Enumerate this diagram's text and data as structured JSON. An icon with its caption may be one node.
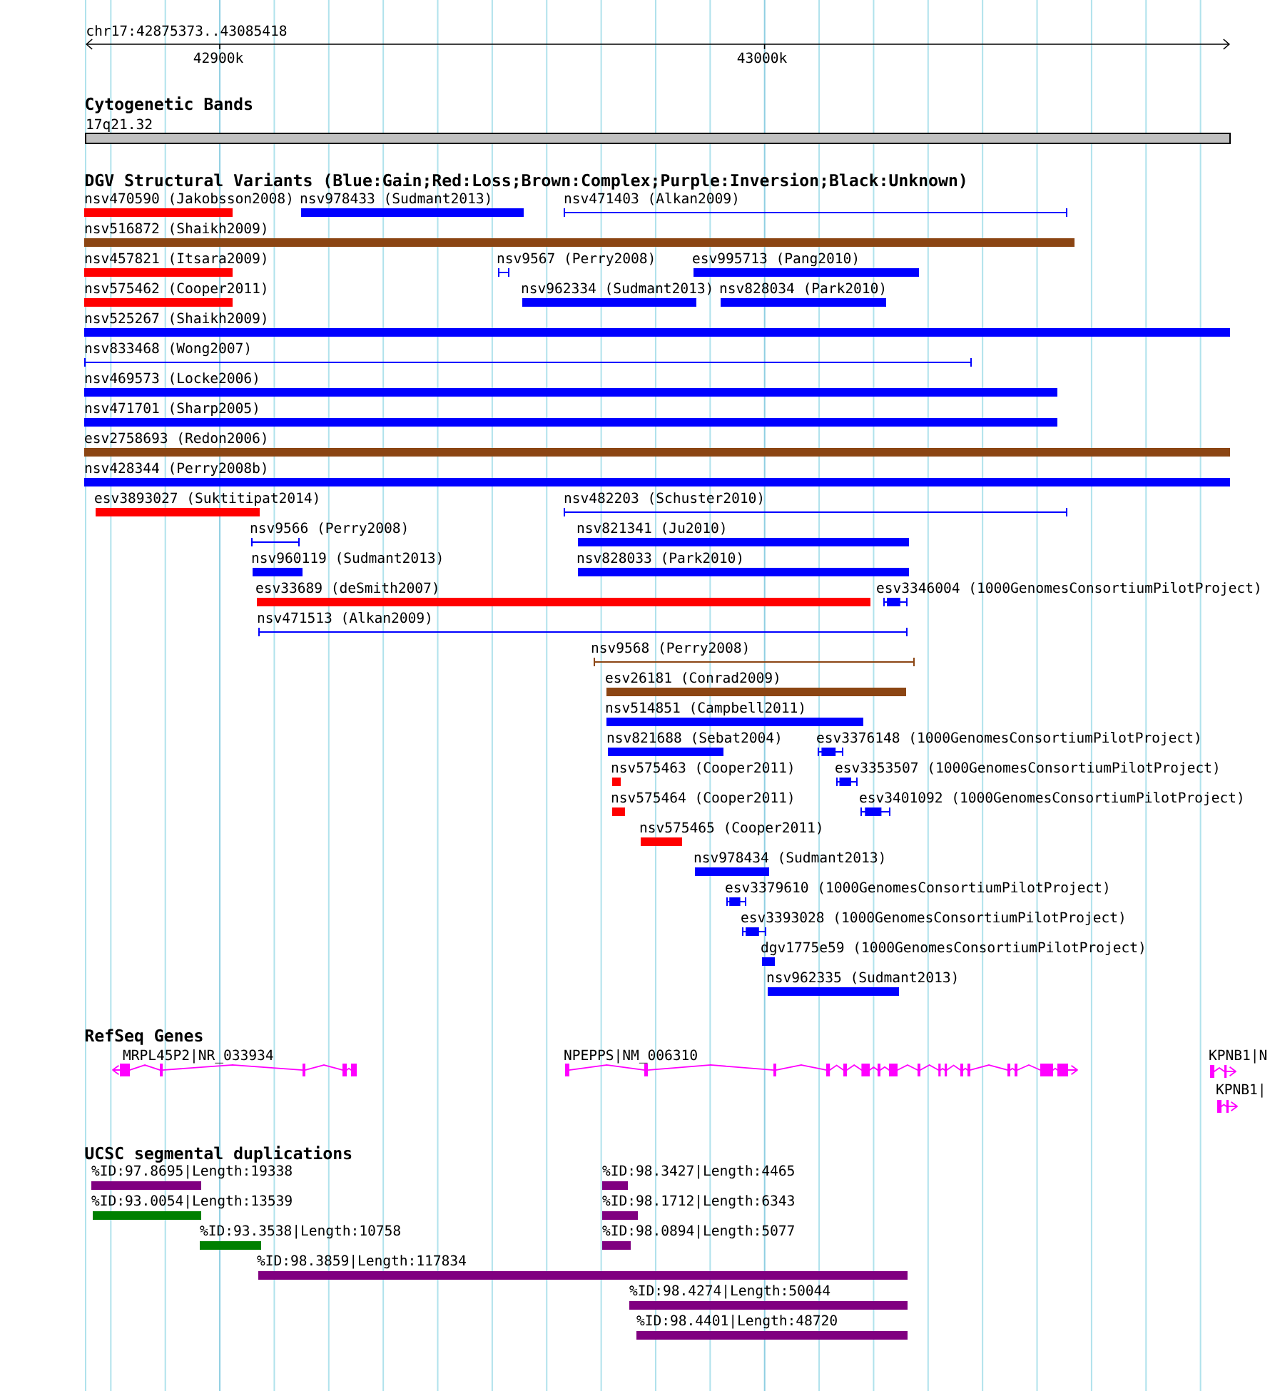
{
  "diagram": {
    "nodes": [
      {
        "text": [
          "17q21.32"
        ]
      },
      {
        "text": [
          "nsv470590 (Jakobsson2008)"
        ]
      },
      {
        "text": [
          "nsv978433 (Sudmant2013)"
        ]
      },
      {
        "text": [
          "nsv471403 (Alkan2009)"
        ]
      },
      {
        "text": [
          "nsv516872 (Shaikh2009)"
        ]
      },
      {
        "text": [
          "nsv457821 (Itsara2009)"
        ]
      },
      {
        "text": [
          "nsv9567 (Perry2008)"
        ]
      },
      {
        "text": [
          "esv995713 (Pang2010)"
        ]
      },
      {
        "text": [
          "nsv575462 (Cooper2011)"
        ]
      },
      {
        "text": [
          "nsv962334 (Sudmant2013)"
        ]
      },
      {
        "text": [
          "nsv828034 (Park2010)"
        ]
      },
      {
        "text": [
          "nsv525267 (Shaikh2009)"
        ]
      },
      {
        "text": [
          "nsv833468 (Wong2007)"
        ]
      },
      {
        "text": [
          "nsv469573 (Locke2006)"
        ]
      },
      {
        "text": [
          "nsv471701 (Sharp2005)"
        ]
      },
      {
        "text": [
          "esv2758693 (Redon2006)"
        ]
      },
      {
        "text": [
          "nsv428344 (Perry2008b)"
        ]
      },
      {
        "text": [
          "esv3893027 (Suktitipat2014)"
        ]
      },
      {
        "text": [
          "nsv482203 (Schuster2010)"
        ]
      },
      {
        "text": [
          "nsv9566 (Perry2008)"
        ]
      },
      {
        "text": [
          "nsv821341 (Ju2010)"
        ]
      },
      {
        "text": [
          "nsv960119 (Sudmant2013)"
        ]
      },
      {
        "text": [
          "nsv828033 (Park2010)"
        ]
      },
      {
        "text": [
          "esv33689 (deSmith2007)"
        ]
      },
      {
        "text": [
          "esv3346004 (1000GenomesConsortiumPilotProject)"
        ]
      },
      {
        "text": [
          "nsv471513 (Alkan2009)"
        ]
      },
      {
        "text": [
          "nsv9568 (Perry2008)"
        ]
      },
      {
        "text": [
          "esv26181 (Conrad2009)"
        ]
      },
      {
        "text": [
          "nsv514851 (Campbell2011)"
        ]
      },
      {
        "text": [
          "nsv821688 (Sebat2004)"
        ]
      },
      {
        "text": [
          "esv3376148 (1000GenomesConsortiumPilotProject)"
        ]
      },
      {
        "text": [
          "nsv575463 (Cooper2011)"
        ]
      },
      {
        "text": [
          "esv3353507 (1000GenomesConsortiumPilotProject)"
        ]
      },
      {
        "text": [
          "nsv575464 (Cooper2011)"
        ]
      },
      {
        "text": [
          "esv3401092 (1000GenomesConsortiumPilotProject)"
        ]
      },
      {
        "text": [
          "nsv575465 (Cooper2011)"
        ]
      },
      {
        "text": [
          "nsv978434 (Sudmant2013)"
        ]
      },
      {
        "text": [
          "esv3379610 (1000GenomesConsortiumPilotProject)"
        ]
      },
      {
        "text": [
          "esv3393028 (1000GenomesConsortiumPilotProject)"
        ]
      },
      {
        "text": [
          "dgv1775e59 (1000GenomesConsortiumPilotProject)"
        ]
      },
      {
        "text": [
          "nsv962335 (Sudmant2013)"
        ]
      },
      {
        "text": [
          "MRPL45P2|NR_033934"
        ]
      },
      {
        "text": [
          "NPEPPS|NM_006310"
        ]
      },
      {
        "text": [
          "KPNB1|N"
        ]
      },
      {
        "text": [
          "KPNB1|"
        ]
      },
      {
        "text": [
          "%ID:97.8695|Length:19338"
        ]
      },
      {
        "text": [
          "%ID:98.3427|Length:4465"
        ]
      },
      {
        "text": [
          "%ID:93.0054|Length:13539"
        ]
      },
      {
        "text": [
          "%ID:98.1712|Length:6343"
        ]
      },
      {
        "text": [
          "%ID:93.3538|Length:10758"
        ]
      },
      {
        "text": [
          "%ID:98.0894|Length:5077"
        ]
      },
      {
        "text": [
          "%ID:98.3859|Length:117834"
        ]
      },
      {
        "text": [
          "%ID:98.4274|Length:50044"
        ]
      },
      {
        "text": [
          "%ID:98.4401|Length:48720"
        ]
      }
    ],
    "labels": [
      "chr17:42875373..43085418",
      "42900k",
      "43000k",
      "Cytogenetic Bands",
      "DGV Structural Variants (Blue:Gain;Red:Loss;Brown:Complex;Purple:Inversion;Black:Unknown)",
      "RefSeq Genes",
      "UCSC segmental duplications"
    ]
  }
}
